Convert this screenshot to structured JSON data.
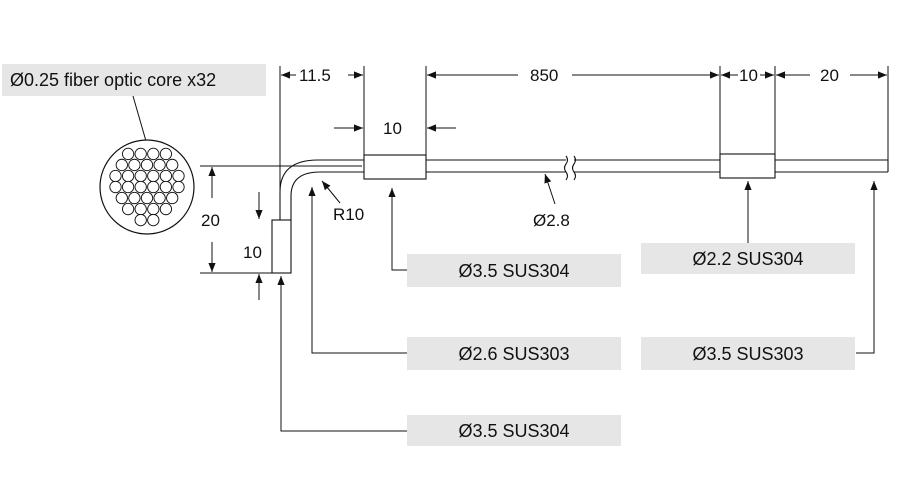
{
  "core_callout": "Ø0.25 fiber optic core x32",
  "dimensions": {
    "d_11_5": "11.5",
    "d_850": "850",
    "d_10_top": "10",
    "d_20_top": "20",
    "d_10_ferrule": "10",
    "d_20_side": "20",
    "d_10_side": "10",
    "radius": "R10",
    "tube_diameter": "Ø2.8"
  },
  "callouts": {
    "ferrule_sus304": "Ø3.5 SUS304",
    "sleeve_sus304": "Ø2.2 SUS304",
    "bend_tube_sus303": "Ø2.6 SUS303",
    "end_tube_sus303": "Ø3.5 SUS303",
    "tip_sus304": "Ø3.5 SUS304"
  },
  "colors": {
    "line": "#111111",
    "label_box": "#e6e6e6"
  },
  "fiber_core_count": 32
}
